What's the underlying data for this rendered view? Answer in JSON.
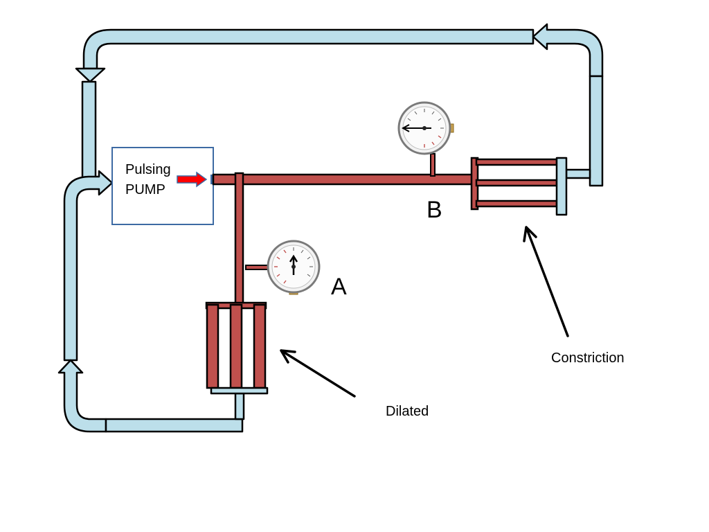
{
  "pump": {
    "label_line1": "Pulsing",
    "label_line2": "PUMP"
  },
  "gauge_labels": {
    "a": "A",
    "b": "B"
  },
  "annotations": {
    "dilated": "Dilated",
    "constriction": "Constriction"
  },
  "colors": {
    "blue_pipe": "#bcdfea",
    "red_pipe": "#c0504d",
    "pump_border": "#3d6aa3",
    "pump_arrow": "#ff0000"
  }
}
